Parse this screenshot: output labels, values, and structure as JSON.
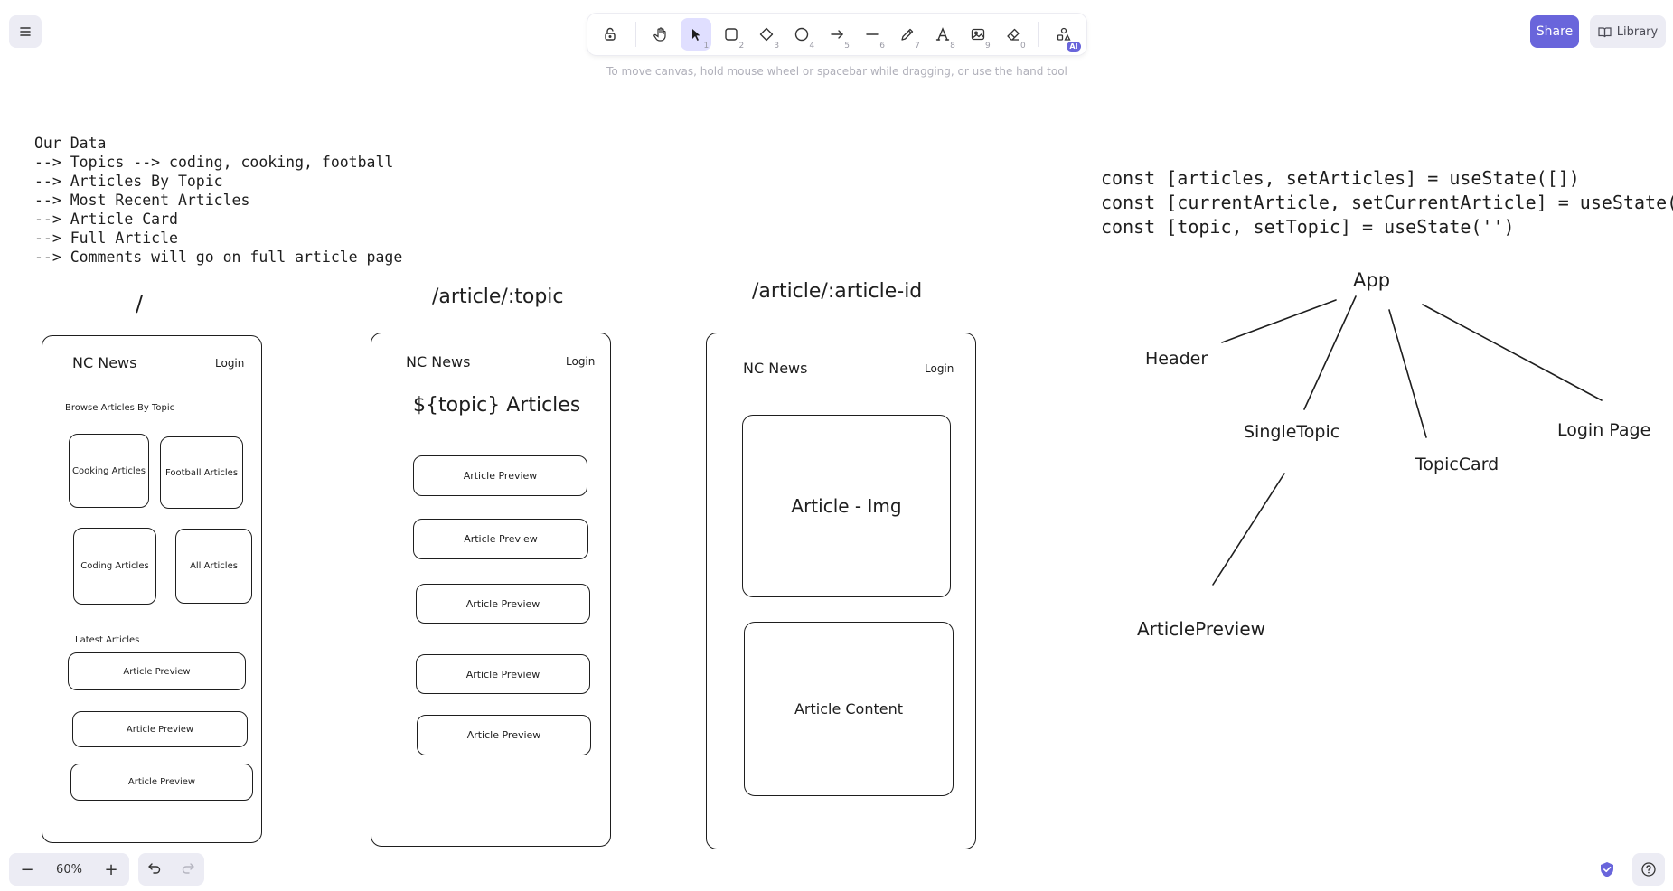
{
  "toolbar": {
    "tools": [
      {
        "name": "lock-icon",
        "key": ""
      },
      {
        "name": "hand-icon",
        "key": ""
      },
      {
        "name": "selection-icon",
        "key": "1"
      },
      {
        "name": "rectangle-icon",
        "key": "2"
      },
      {
        "name": "diamond-icon",
        "key": "3"
      },
      {
        "name": "ellipse-icon",
        "key": "4"
      },
      {
        "name": "arrow-icon",
        "key": "5"
      },
      {
        "name": "line-icon",
        "key": "6"
      },
      {
        "name": "pencil-icon",
        "key": "7"
      },
      {
        "name": "text-icon",
        "key": "8"
      },
      {
        "name": "image-icon",
        "key": "9"
      },
      {
        "name": "eraser-icon",
        "key": "0"
      },
      {
        "name": "shapes-ai-icon",
        "key": ""
      }
    ],
    "ai_badge": "AI",
    "hint": "To move canvas, hold mouse wheel or spacebar while dragging, or use the hand tool"
  },
  "header": {
    "share_label": "Share",
    "library_label": "Library"
  },
  "footer": {
    "zoom_out": "−",
    "zoom_level": "60%",
    "zoom_in": "+"
  },
  "colors": {
    "accent": "#6965db",
    "selected_tool_bg": "#e0dfff",
    "ink": "#1e1e1e"
  },
  "canvas": {
    "notes_lines": [
      "Our Data",
      "--> Topics --> coding, cooking, football",
      "--> Articles By Topic",
      "--> Most Recent Articles",
      "--> Article Card",
      "--> Full Article",
      "--> Comments will go on full article page"
    ],
    "routes": {
      "home": "/",
      "topic": "/article/:topic",
      "article": "/article/:article-id"
    },
    "home_wireframe": {
      "brand": "NC News",
      "login": "Login",
      "browse_label": "Browse Articles By  Topic",
      "topic_cards": [
        "Cooking Articles",
        "Football Articles",
        "Coding Articles",
        "All Articles"
      ],
      "latest_label": "Latest Articles",
      "previews": [
        "Article Preview",
        "Article Preview",
        "Article Preview"
      ]
    },
    "topic_wireframe": {
      "brand": "NC News",
      "login": "Login",
      "heading": "${topic} Articles",
      "previews": [
        "Article Preview",
        "Article Preview",
        "Article Preview",
        "Article Preview",
        "Article Preview"
      ]
    },
    "article_wireframe": {
      "brand": "NC News",
      "login": "Login",
      "image_box": "Article - Img",
      "content_box": "Article Content"
    },
    "state_code": [
      "const [articles, setArticles] = useState([])",
      "const [currentArticle, setCurrentArticle] = useState([])",
      "const [topic, setTopic] = useState('')"
    ],
    "tree": {
      "root": "App",
      "header": "Header",
      "single_topic": "SingleTopic",
      "topic_card": "TopicCard",
      "login_page": "Login Page",
      "article_preview": "ArticlePreview"
    }
  }
}
